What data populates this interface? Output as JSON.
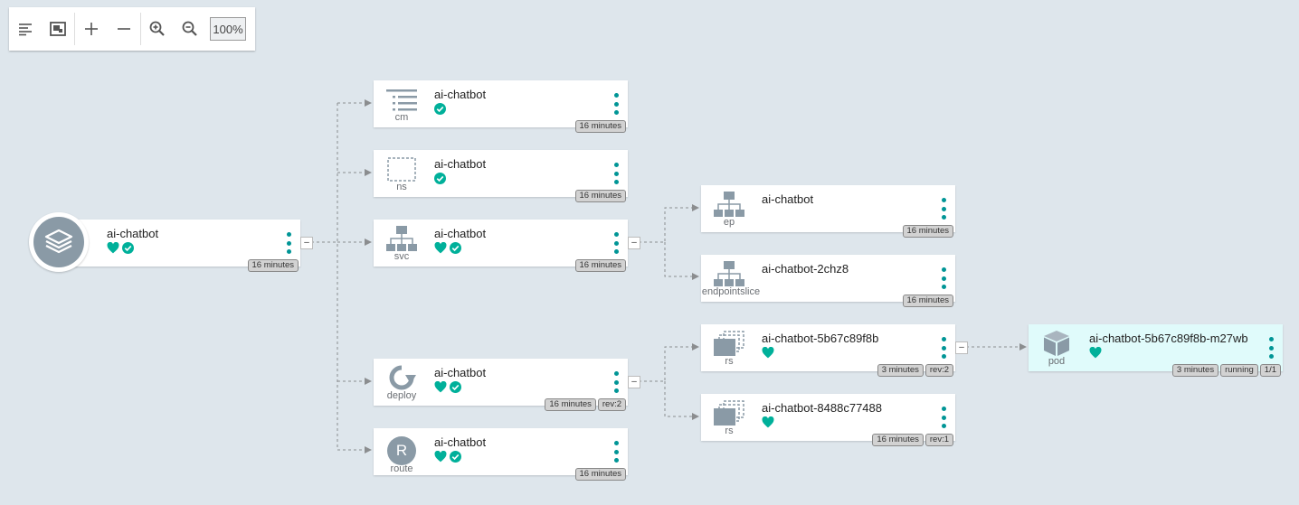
{
  "toolbar": {
    "zoom_level": "100%",
    "buttons": [
      "align-left-icon",
      "fit-screen-icon",
      "expand-icon",
      "collapse-icon",
      "zoom-in-icon",
      "zoom-out-icon"
    ]
  },
  "colors": {
    "accent": "#009596",
    "status": "#00b09a",
    "badge": "#d2d2d2",
    "icon": "#8a9aa6",
    "selected": "#e0fbfb"
  },
  "nodes": {
    "root": {
      "name": "ai-chatbot",
      "kind": "",
      "badges": [
        "16 minutes"
      ]
    },
    "cm": {
      "name": "ai-chatbot",
      "kind": "cm",
      "badges": [
        "16 minutes"
      ]
    },
    "ns": {
      "name": "ai-chatbot",
      "kind": "ns",
      "badges": [
        "16 minutes"
      ]
    },
    "svc": {
      "name": "ai-chatbot",
      "kind": "svc",
      "badges": [
        "16 minutes"
      ]
    },
    "deploy": {
      "name": "ai-chatbot",
      "kind": "deploy",
      "badges": [
        "16 minutes",
        "rev:2"
      ]
    },
    "route": {
      "name": "ai-chatbot",
      "kind": "route",
      "icon_letter": "R",
      "badges": [
        "16 minutes"
      ]
    },
    "ep": {
      "name": "ai-chatbot",
      "kind": "ep",
      "badges": [
        "16 minutes"
      ]
    },
    "eps": {
      "name": "ai-chatbot-2chz8",
      "kind": "endpointslice",
      "badges": [
        "16 minutes"
      ]
    },
    "rs1": {
      "name": "ai-chatbot-5b67c89f8b",
      "kind": "rs",
      "badges": [
        "3 minutes",
        "rev:2"
      ]
    },
    "rs2": {
      "name": "ai-chatbot-8488c77488",
      "kind": "rs",
      "badges": [
        "16 minutes",
        "rev:1"
      ]
    },
    "pod": {
      "name": "ai-chatbot-5b67c89f8b-m27wb",
      "kind": "pod",
      "badges": [
        "3 minutes",
        "running",
        "1/1"
      ]
    }
  },
  "collapse_glyph": "–"
}
